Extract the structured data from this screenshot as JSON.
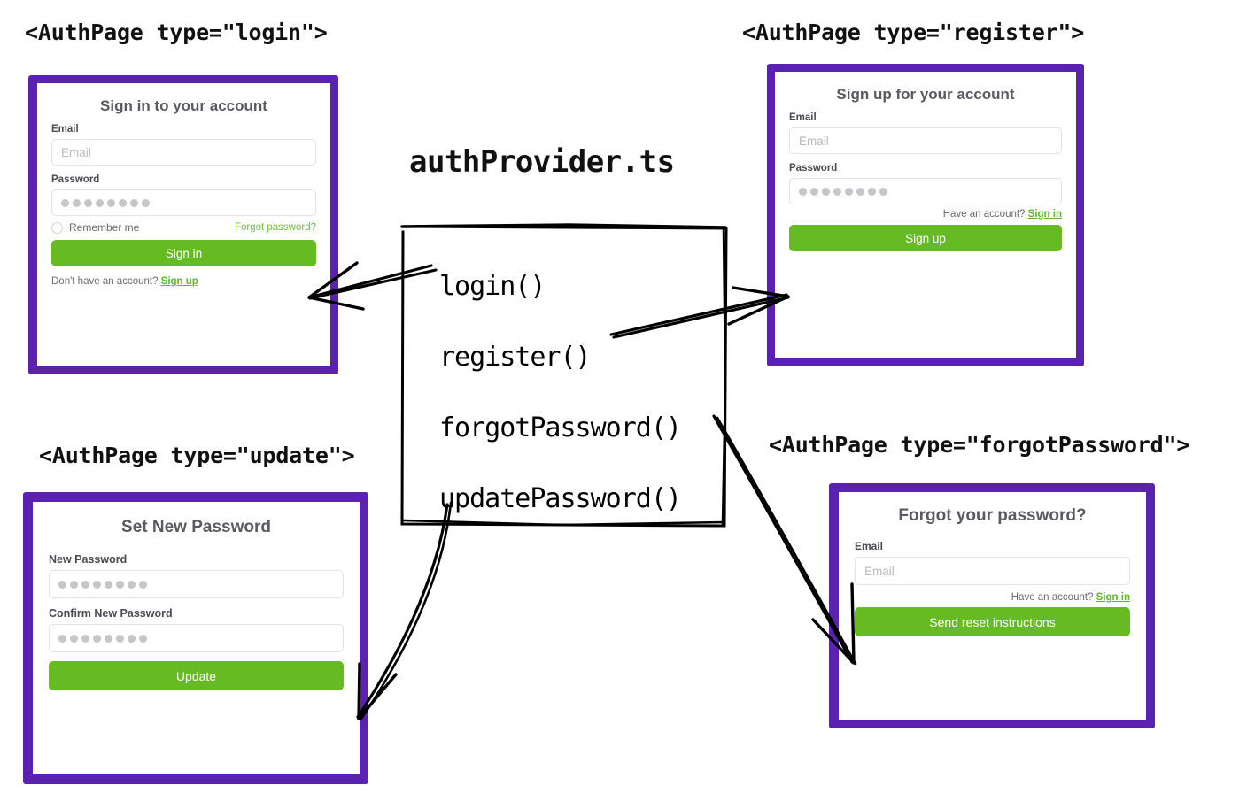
{
  "diagram": {
    "file_title": "authProvider.ts",
    "provider_methods": [
      "login()",
      "register()",
      "forgotPassword()",
      "updatePassword()"
    ],
    "accent_purple": "#5B21B0",
    "accent_green": "#66bb22",
    "link_green": "#5cb828"
  },
  "labels": {
    "login": "<AuthPage type=\"login\">",
    "register": "<AuthPage type=\"register\">",
    "update": "<AuthPage type=\"update\">",
    "forgot_password": "<AuthPage type=\"forgotPassword\">"
  },
  "login_card": {
    "title": "Sign in to your account",
    "email_label": "Email",
    "email_placeholder": "Email",
    "password_label": "Password",
    "password_dots": 8,
    "remember_label": "Remember me",
    "forgot_link": "Forgot password?",
    "submit_label": "Sign in",
    "footer_text": "Don't have an account? ",
    "footer_link": "Sign up"
  },
  "register_card": {
    "title": "Sign up for your account",
    "email_label": "Email",
    "email_placeholder": "Email",
    "password_label": "Password",
    "password_dots": 8,
    "footer_text": "Have an account? ",
    "footer_link": "Sign in",
    "submit_label": "Sign up"
  },
  "update_card": {
    "title": "Set New Password",
    "new_password_label": "New Password",
    "new_password_dots": 8,
    "confirm_password_label": "Confirm New Password",
    "confirm_password_dots": 8,
    "submit_label": "Update"
  },
  "forgot_card": {
    "title": "Forgot your password?",
    "email_label": "Email",
    "email_placeholder": "Email",
    "footer_text": "Have an account? ",
    "footer_link": "Sign in",
    "submit_label": "Send reset instructions"
  }
}
